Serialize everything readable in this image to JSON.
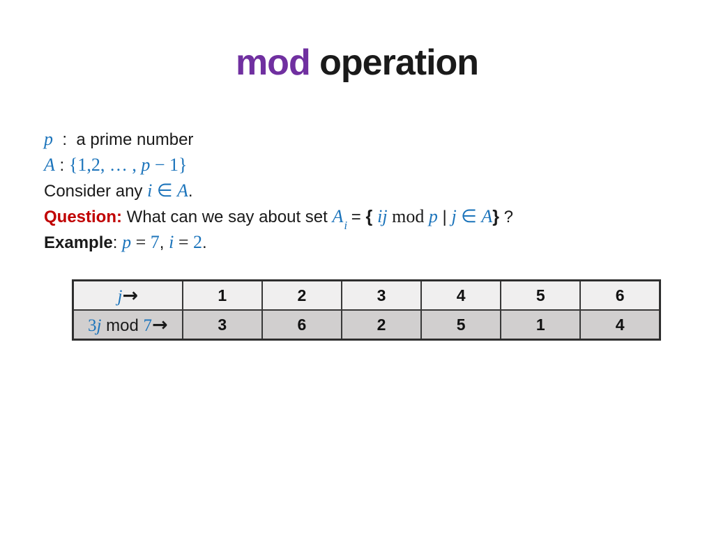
{
  "title": {
    "mod": "mod",
    "operation": "operation"
  },
  "colors": {
    "title_accent_purple": "#7030A0",
    "math_blue": "#1C74BB",
    "question_red": "#C00000",
    "table_header_row_bg": "#F0EFEF",
    "table_second_row_bg": "#D1CFCF",
    "table_border": "#383838"
  },
  "body": {
    "line1": {
      "p": "p",
      "rest": "  :  a prime number"
    },
    "line2": {
      "A": "A",
      "colon": " : ",
      "set_open": "{1,2, … , ",
      "p": "p",
      "set_close": " − 1}"
    },
    "line3": {
      "pre": "Consider any ",
      "i": "i",
      "in": " ∈ ",
      "A": "A",
      "period": "."
    },
    "line4": {
      "question": "Question: ",
      "mid": "What can we say about set ",
      "A": "A",
      "sub_i": "i",
      "equals": " = ",
      "open_brace": "{ ",
      "ij": "ij",
      "mod": " mod ",
      "p": "p",
      "pipe": " | ",
      "j": "j",
      "in": " ∈ ",
      "A2": "A",
      "close_brace": "}",
      "qmark": " ?"
    },
    "line5": {
      "example": "Example",
      "colon": ": ",
      "p": "p",
      "eq1": " = ",
      "seven": "7",
      "comma": ", ",
      "i": "i",
      "eq2": " = ",
      "two": "2",
      "period": "."
    }
  },
  "table": {
    "row1": {
      "var": "j",
      "arrow": "→",
      "cells": [
        "1",
        "2",
        "3",
        "4",
        "5",
        "6"
      ]
    },
    "row2": {
      "coef": "3",
      "var": "j",
      "mod": " mod ",
      "modulus": "7",
      "arrow": "→",
      "cells": [
        "3",
        "6",
        "2",
        "5",
        "1",
        "4"
      ]
    }
  }
}
